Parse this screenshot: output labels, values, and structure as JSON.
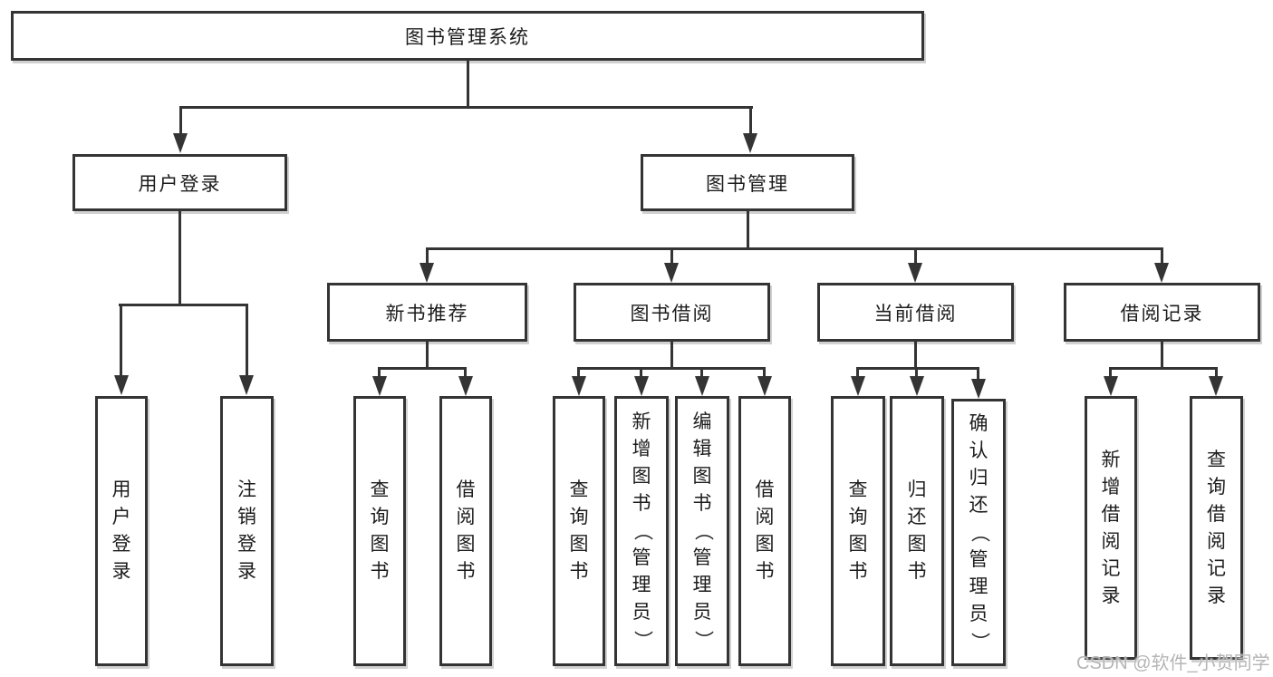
{
  "diagram": {
    "title": "图书管理系统",
    "colors": {
      "line": "#343434",
      "background": "#ffffff",
      "watermark": "#b5b5b5"
    },
    "watermark": "CSDN @软件_小贺同学",
    "level2": [
      {
        "label": "用户登录"
      },
      {
        "label": "图书管理"
      }
    ],
    "level3": [
      {
        "label": "新书推荐",
        "parent": "图书管理"
      },
      {
        "label": "图书借阅",
        "parent": "图书管理"
      },
      {
        "label": "当前借阅",
        "parent": "图书管理"
      },
      {
        "label": "借阅记录",
        "parent": "图书管理"
      }
    ],
    "leaves": [
      {
        "label": "用户登录",
        "parent": "用户登录"
      },
      {
        "label": "注销登录",
        "parent": "用户登录"
      },
      {
        "label": "查询图书",
        "parent": "新书推荐"
      },
      {
        "label": "借阅图书",
        "parent": "新书推荐"
      },
      {
        "label": "查询图书",
        "parent": "图书借阅"
      },
      {
        "label": "新增图书（管理员）",
        "parent": "图书借阅"
      },
      {
        "label": "编辑图书（管理员）",
        "parent": "图书借阅"
      },
      {
        "label": "借阅图书",
        "parent": "图书借阅"
      },
      {
        "label": "查询图书",
        "parent": "当前借阅"
      },
      {
        "label": "归还图书",
        "parent": "当前借阅"
      },
      {
        "label": "确认归还（管理员）",
        "parent": "当前借阅"
      },
      {
        "label": "新增借阅记录",
        "parent": "借阅记录"
      },
      {
        "label": "查询借阅记录",
        "parent": "借阅记录"
      }
    ]
  }
}
